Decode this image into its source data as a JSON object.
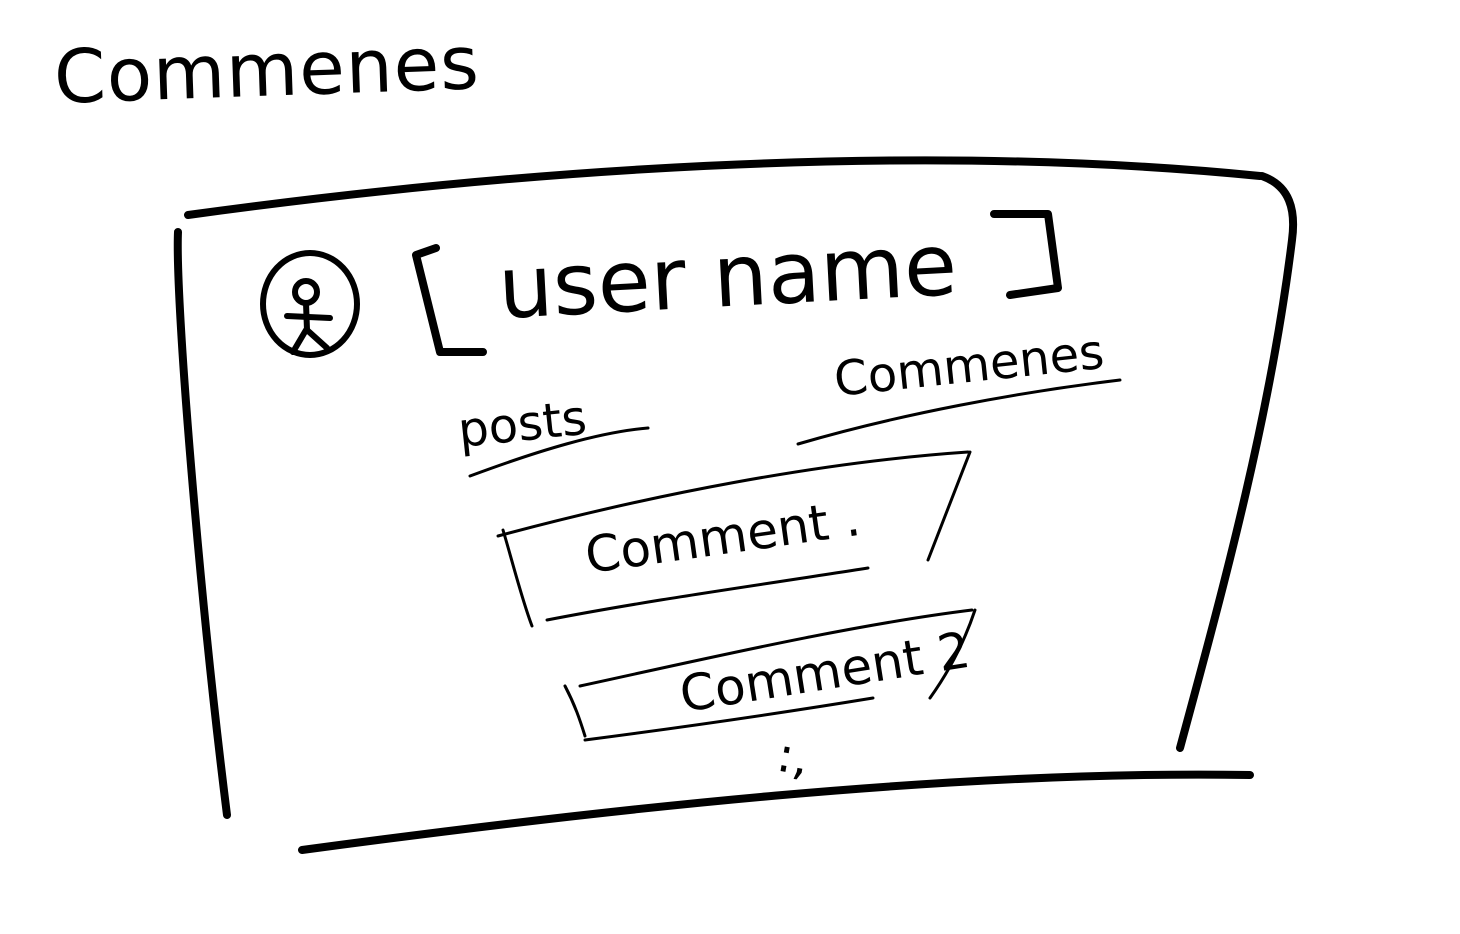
{
  "page_title": "Commenes",
  "profile": {
    "avatar_icon": "user-avatar-icon",
    "user_name": "user name"
  },
  "tabs": [
    {
      "label": "posts"
    },
    {
      "label": "Commenes"
    }
  ],
  "comments": [
    {
      "label": "Comment ."
    },
    {
      "label": "Comment 2"
    }
  ],
  "more_indicator": ":,"
}
